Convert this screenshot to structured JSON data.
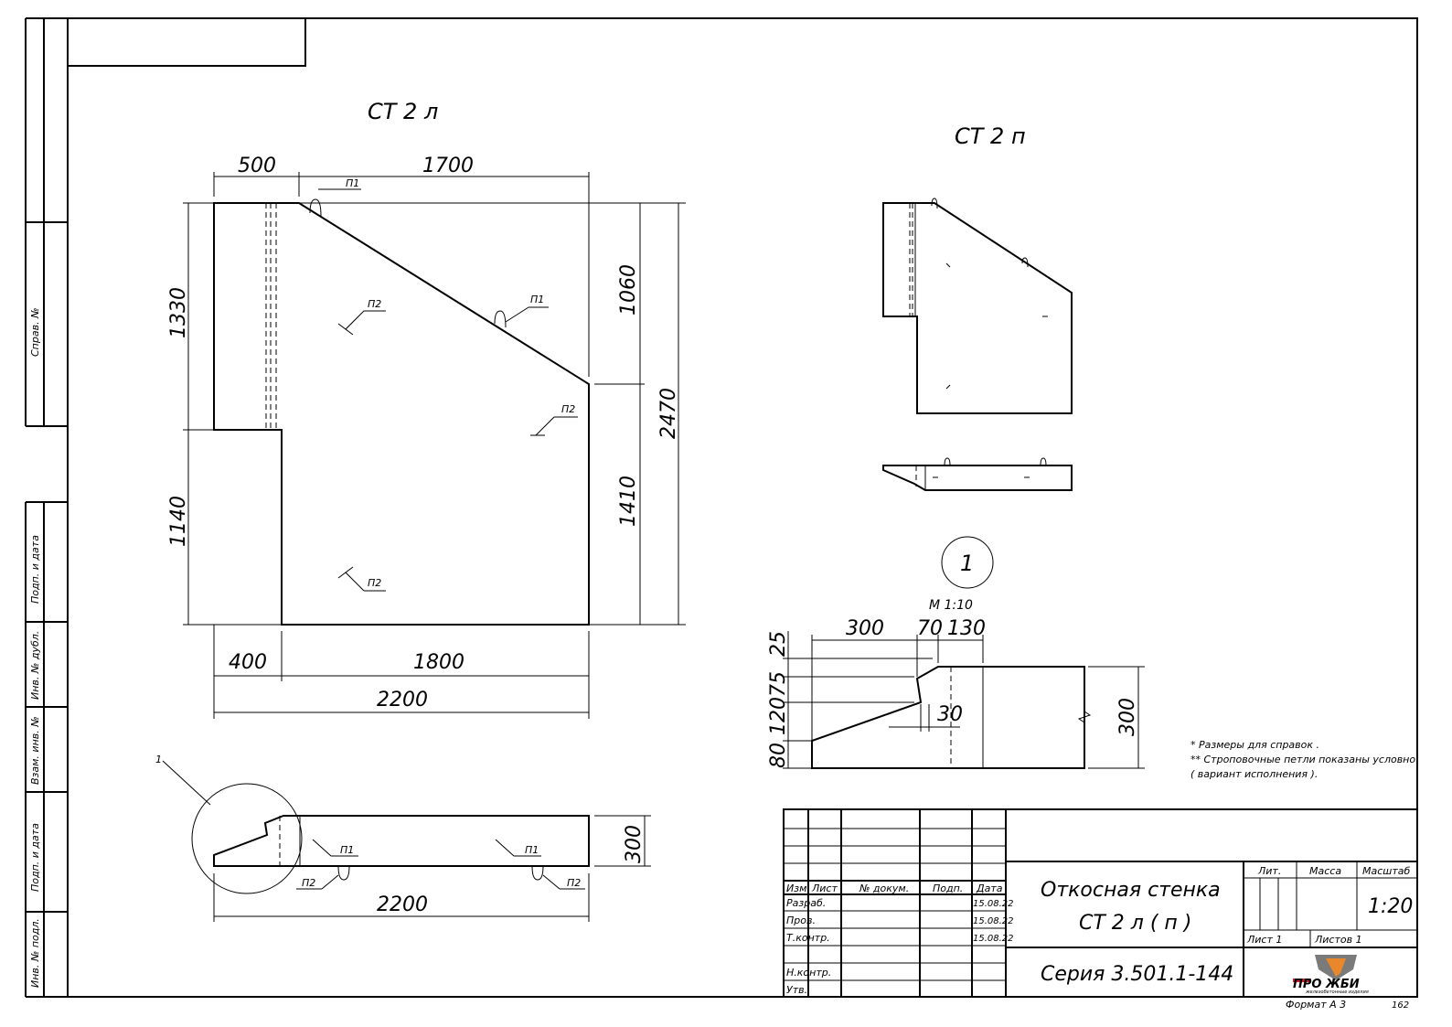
{
  "views": {
    "left_title": "СТ 2 л",
    "right_title": "СТ 2 п",
    "detail_number": "1",
    "detail_scale": "М  1:10"
  },
  "dimensions": {
    "top_500": "500",
    "top_1700": "1700",
    "left_1330": "1330",
    "left_1140": "1140",
    "right_1060": "1060",
    "right_1410": "1410",
    "right_2470": "2470",
    "bottom_400": "400",
    "bottom_1800": "1800",
    "bottom_2200": "2200",
    "plan_300": "300",
    "plan_2200": "2200",
    "detail_300": "300",
    "detail_70": "70",
    "detail_130": "130",
    "detail_25": "25",
    "detail_75": "75",
    "detail_120": "120",
    "detail_80": "80",
    "detail_30": "30",
    "detail_h300": "300"
  },
  "callouts": {
    "p1": "П1",
    "p2": "П2",
    "ref1": "1"
  },
  "notes": {
    "line1": "* Размеры для справок .",
    "line2": "** Строповочные петли показаны условно",
    "line3": "( вариант исполнения )."
  },
  "side_stamp": {
    "sprav": "Справ. №",
    "podp_data_1": "Подп. и дата",
    "inv_dubl": "Инв. № дубл.",
    "vzam_inv": "Взам. инв. №",
    "podp_data_2": "Подп. и дата",
    "inv_podl": "Инв. № подл."
  },
  "title_block": {
    "col_izm": "Изм.",
    "col_list": "Лист",
    "col_doc": "№ докум.",
    "col_podp": "Подп.",
    "col_data": "Дата",
    "row_razrab": "Разраб.",
    "row_prov": "Пров.",
    "row_tkontr": "Т.контр.",
    "row_nkontr": "Н.контр.",
    "row_utv": "Утв.",
    "date1": "15.08.22",
    "date2": "15.08.22",
    "date3": "15.08.22",
    "title_line1": "Откосная стенка",
    "title_line2": "СТ 2 л ( п )",
    "series": "Серия  3.501.1-144",
    "lit": "Лит.",
    "massa": "Масса",
    "masshtab": "Масштаб",
    "scale_value": "1:20",
    "sheet": "Лист  1",
    "sheets": "Листов  1",
    "logo_text": "ПРО ЖБИ",
    "logo_sub": "железобетонные изделия"
  },
  "footer": {
    "format": "Формат А 3",
    "page": "162"
  },
  "colors": {
    "logo_red": "#d2232a",
    "logo_orange": "#e8882a",
    "logo_grey": "#7a7a7a"
  }
}
